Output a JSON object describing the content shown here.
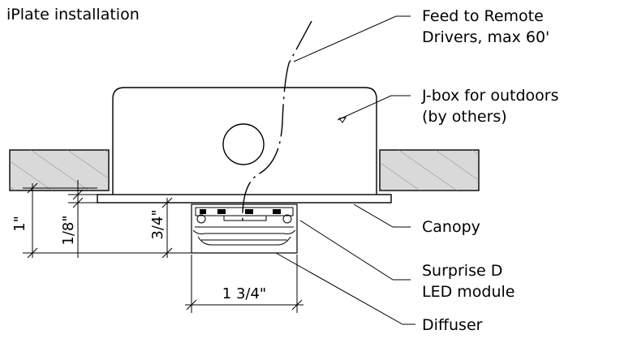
{
  "title": "iPlate installation",
  "callouts": {
    "feed_line1": "Feed to Remote",
    "feed_line2": "Drivers, max 60'",
    "jbox_line1": "J-box for outdoors",
    "jbox_line2": "(by others)",
    "canopy": "Canopy",
    "module_line1": "Surprise D",
    "module_line2": "LED module",
    "diffuser": "Diffuser"
  },
  "dimensions": {
    "height_total": "1\"",
    "plate_thickness": "1/8\"",
    "module_height": "3/4\"",
    "module_width": "1 3/4\""
  }
}
